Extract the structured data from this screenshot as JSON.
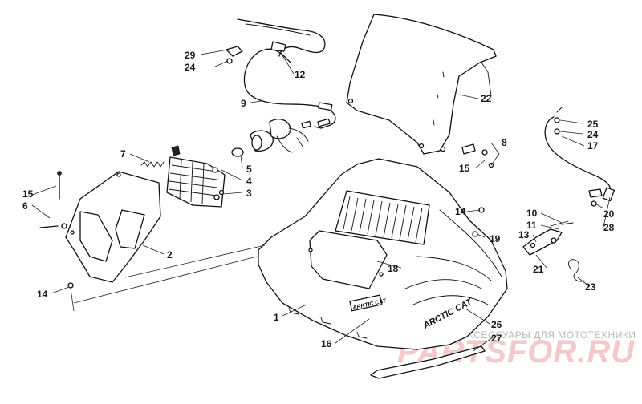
{
  "diagram": {
    "callouts": [
      {
        "id": "c1",
        "label": "1"
      },
      {
        "id": "c2",
        "label": "2"
      },
      {
        "id": "c3",
        "label": "3"
      },
      {
        "id": "c4",
        "label": "4"
      },
      {
        "id": "c5",
        "label": "5"
      },
      {
        "id": "c6",
        "label": "6"
      },
      {
        "id": "c7",
        "label": "7"
      },
      {
        "id": "c8",
        "label": "8"
      },
      {
        "id": "c9",
        "label": "9"
      },
      {
        "id": "c10",
        "label": "10"
      },
      {
        "id": "c11",
        "label": "11"
      },
      {
        "id": "c12",
        "label": "12"
      },
      {
        "id": "c13",
        "label": "13"
      },
      {
        "id": "c14a",
        "label": "14"
      },
      {
        "id": "c14b",
        "label": "14"
      },
      {
        "id": "c15a",
        "label": "15"
      },
      {
        "id": "c15b",
        "label": "15"
      },
      {
        "id": "c16",
        "label": "16"
      },
      {
        "id": "c17",
        "label": "17"
      },
      {
        "id": "c18",
        "label": "18"
      },
      {
        "id": "c19",
        "label": "19"
      },
      {
        "id": "c20",
        "label": "20"
      },
      {
        "id": "c21",
        "label": "21"
      },
      {
        "id": "c22",
        "label": "22"
      },
      {
        "id": "c23",
        "label": "23"
      },
      {
        "id": "c24a",
        "label": "24"
      },
      {
        "id": "c24b",
        "label": "24"
      },
      {
        "id": "c25",
        "label": "25"
      },
      {
        "id": "c26",
        "label": "26"
      },
      {
        "id": "c27",
        "label": "27"
      },
      {
        "id": "c28",
        "label": "28"
      },
      {
        "id": "c29",
        "label": "29"
      }
    ],
    "decals": {
      "hood_logo": "ARCTIC CAT",
      "side_logo": "ARKTIC CAT"
    }
  },
  "watermark": {
    "tagline": "ЗАПЧАСТИ И АКСЕССУАРЫ ДЛЯ МОТОТЕХНИКИ",
    "logo": "PARTSFOR.RU"
  }
}
